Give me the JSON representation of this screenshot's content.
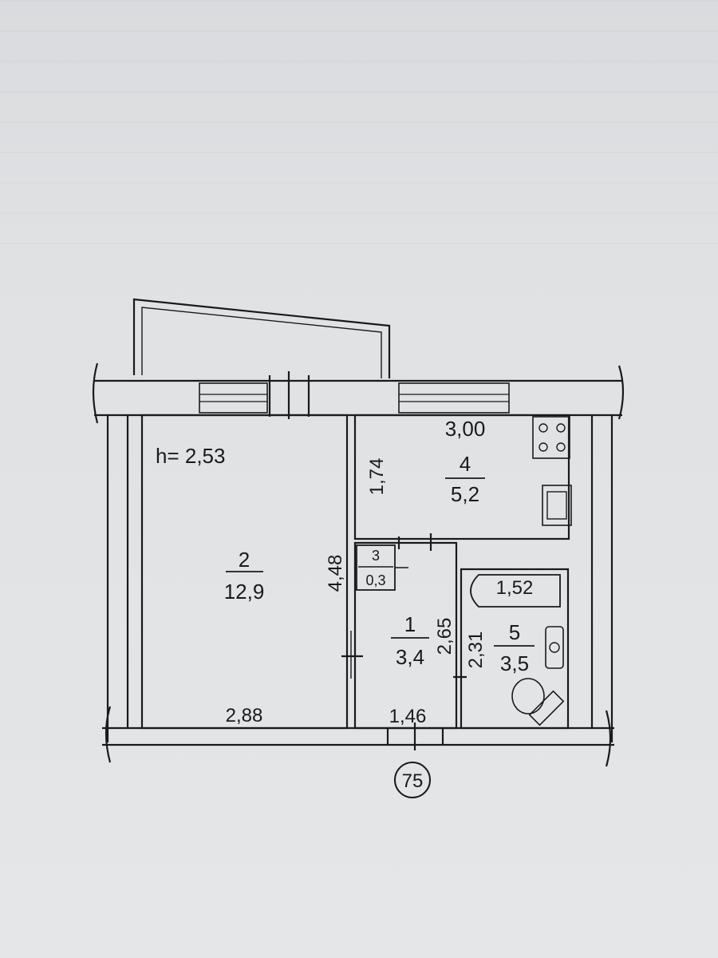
{
  "ceiling_height": "h= 2,53",
  "rooms": {
    "room_2": {
      "number": "2",
      "area": "12,9"
    },
    "room_4": {
      "number": "4",
      "area": "5,2"
    },
    "room_3": {
      "number": "3",
      "area": "0,3"
    },
    "room_1": {
      "number": "1",
      "area": "3,4"
    },
    "room_5": {
      "number": "5",
      "area": "3,5"
    }
  },
  "dimensions": {
    "kitchen_width": "3,00",
    "kitchen_depth": "1,74",
    "room2_length": "4,48",
    "room2_width": "2,88",
    "hall_width": "1,46",
    "hall_length": "2,65",
    "bath_length": "2,31",
    "bathtub": "1,52"
  },
  "apartment_number": "75",
  "colors": {
    "line": "#1a1a1a",
    "paper": "#e2e4e6"
  }
}
